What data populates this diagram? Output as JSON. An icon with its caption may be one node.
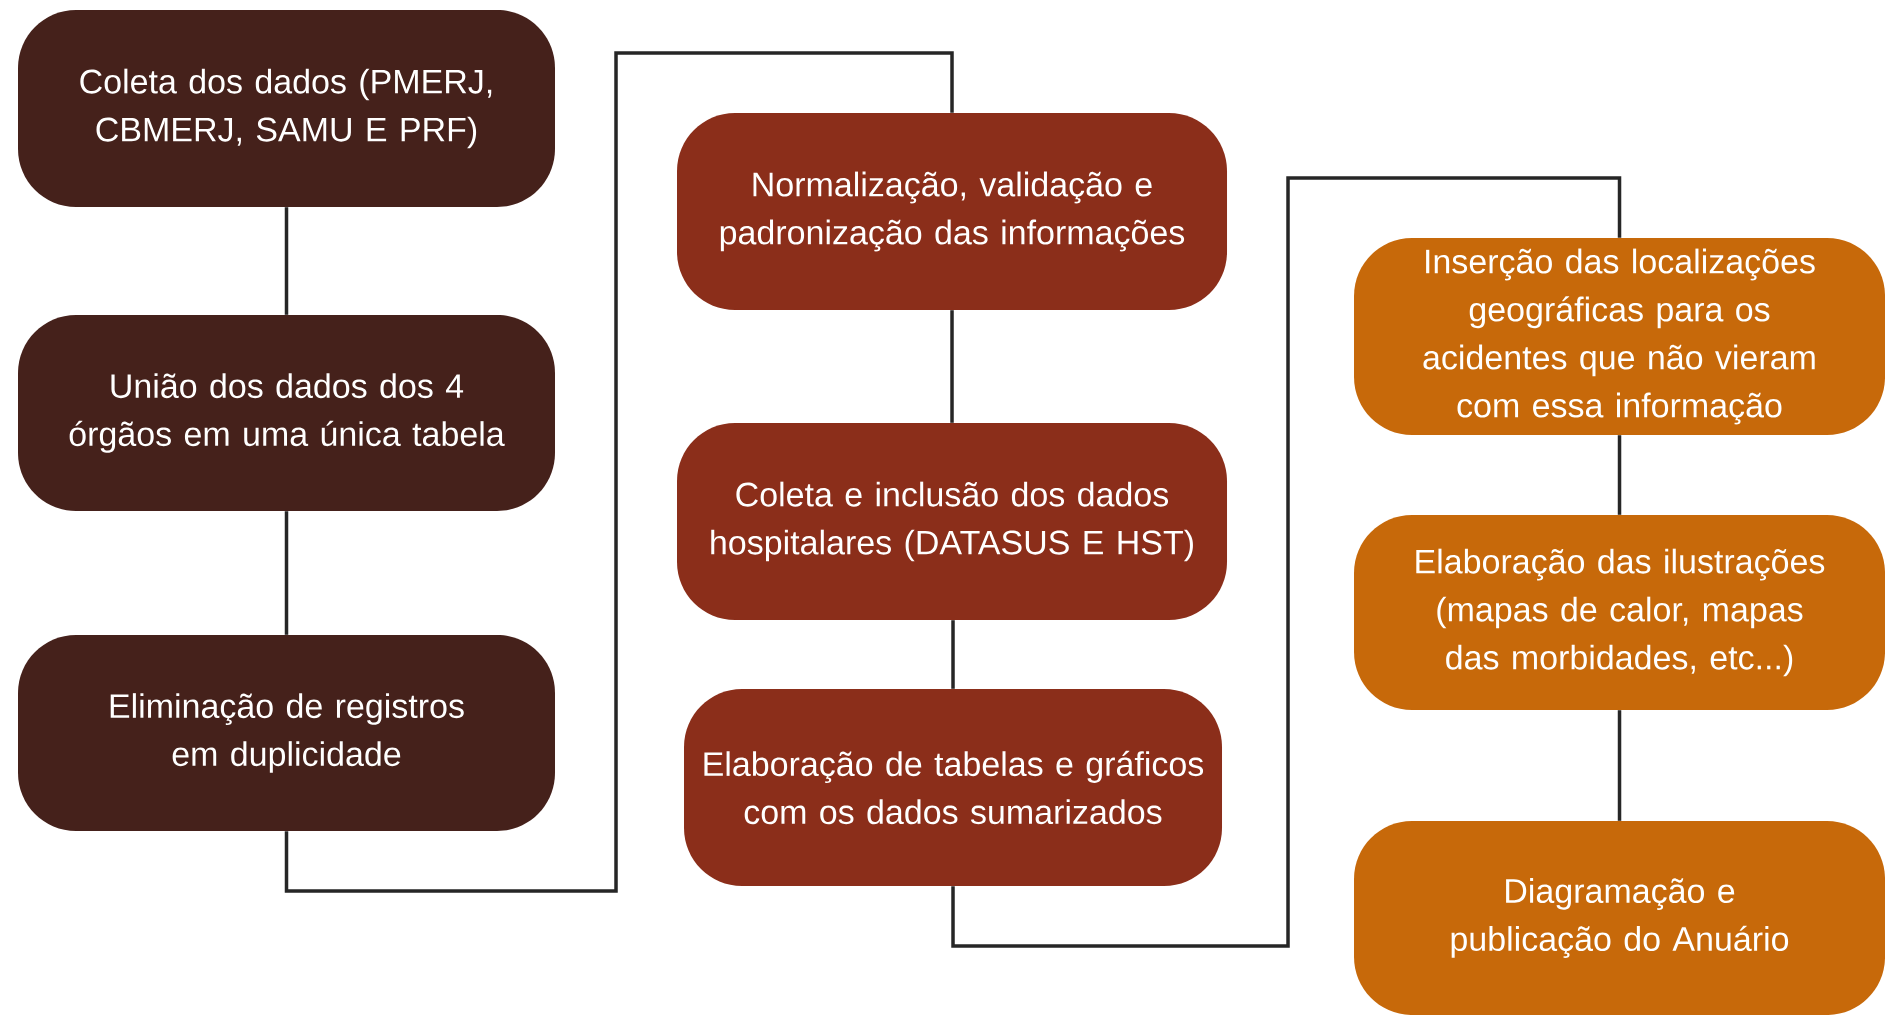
{
  "diagram": {
    "nodes": [
      {
        "text": [
          "Coleta dos dados (PMERJ, CBMERJ, SAMU E PRF)"
        ]
      },
      {
        "text": [
          "União dos dados dos 4 órgãos em uma única tabela"
        ]
      },
      {
        "text": [
          "Eliminação de registros em duplicidade"
        ]
      },
      {
        "text": [
          "Normalização, validação e padronização das informações"
        ]
      },
      {
        "text": [
          "Coleta e inclusão dos dados hospitalares (DATASUS E HST)"
        ]
      },
      {
        "text": [
          "Elaboração de tabelas e gráficos com os dados sumarizados"
        ]
      },
      {
        "text": [
          "Inserção das localizações geográficas para os acidentes que não vieram com essa informação"
        ]
      },
      {
        "text": [
          "Elaboração das ilustrações (mapas de calor, mapas das morbidades, etc...)"
        ]
      },
      {
        "text": [
          "Diagramação e publicação do Anuário"
        ]
      }
    ],
    "edges": [
      {
        "from": 0,
        "to": 1,
        "arrow": "none"
      },
      {
        "from": 1,
        "to": 2,
        "arrow": "none"
      },
      {
        "from": 2,
        "to": 3,
        "arrow": "none"
      },
      {
        "from": 3,
        "to": 4,
        "arrow": "none"
      },
      {
        "from": 4,
        "to": 5,
        "arrow": "none"
      },
      {
        "from": 5,
        "to": 6,
        "arrow": "none"
      },
      {
        "from": 6,
        "to": 7,
        "arrow": "none"
      },
      {
        "from": 7,
        "to": 8,
        "arrow": "none"
      }
    ]
  }
}
